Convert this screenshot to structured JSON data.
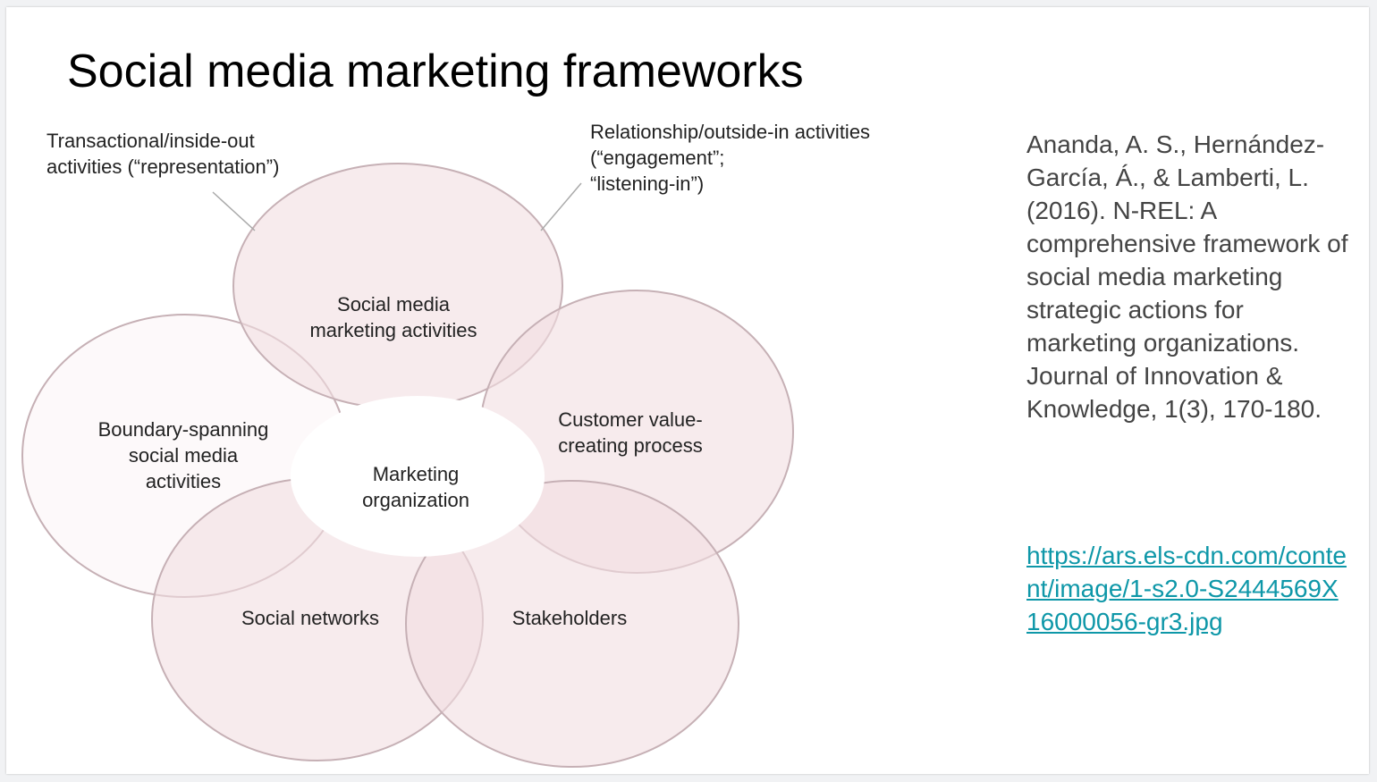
{
  "slide": {
    "title": "Social media marketing frameworks",
    "reference": "Ananda, A. S., Hernández-García, Á., & Lamberti, L. (2016). N-REL: A comprehensive framework of social media marketing strategic actions for marketing organizations. Journal of Innovation & Knowledge, 1(3), 170-180.",
    "link": "https://ars.els-cdn.com/content/image/1-s2.0-S2444569X16000056-gr3.jpg"
  },
  "diagram": {
    "annotations": {
      "transactional": [
        "Transactional/inside-out",
        "activities (“representation”)"
      ],
      "relationship": [
        "Relationship/outside-in activities",
        "(“engagement”;",
        "“listening-in”)"
      ]
    },
    "circles": {
      "smm_activities": [
        "Social media",
        "marketing activities"
      ],
      "boundary": [
        "Boundary-spanning",
        "social media",
        "activities"
      ],
      "customer_value": [
        "Customer value-",
        "creating process"
      ],
      "social_networks": [
        "Social networks"
      ],
      "stakeholders": [
        "Stakeholders"
      ],
      "center": [
        "Marketing",
        "organization"
      ]
    },
    "colors": {
      "fill": "#f3dfe2",
      "stroke": "#c6b0b5",
      "link": "#0e97a8"
    }
  }
}
